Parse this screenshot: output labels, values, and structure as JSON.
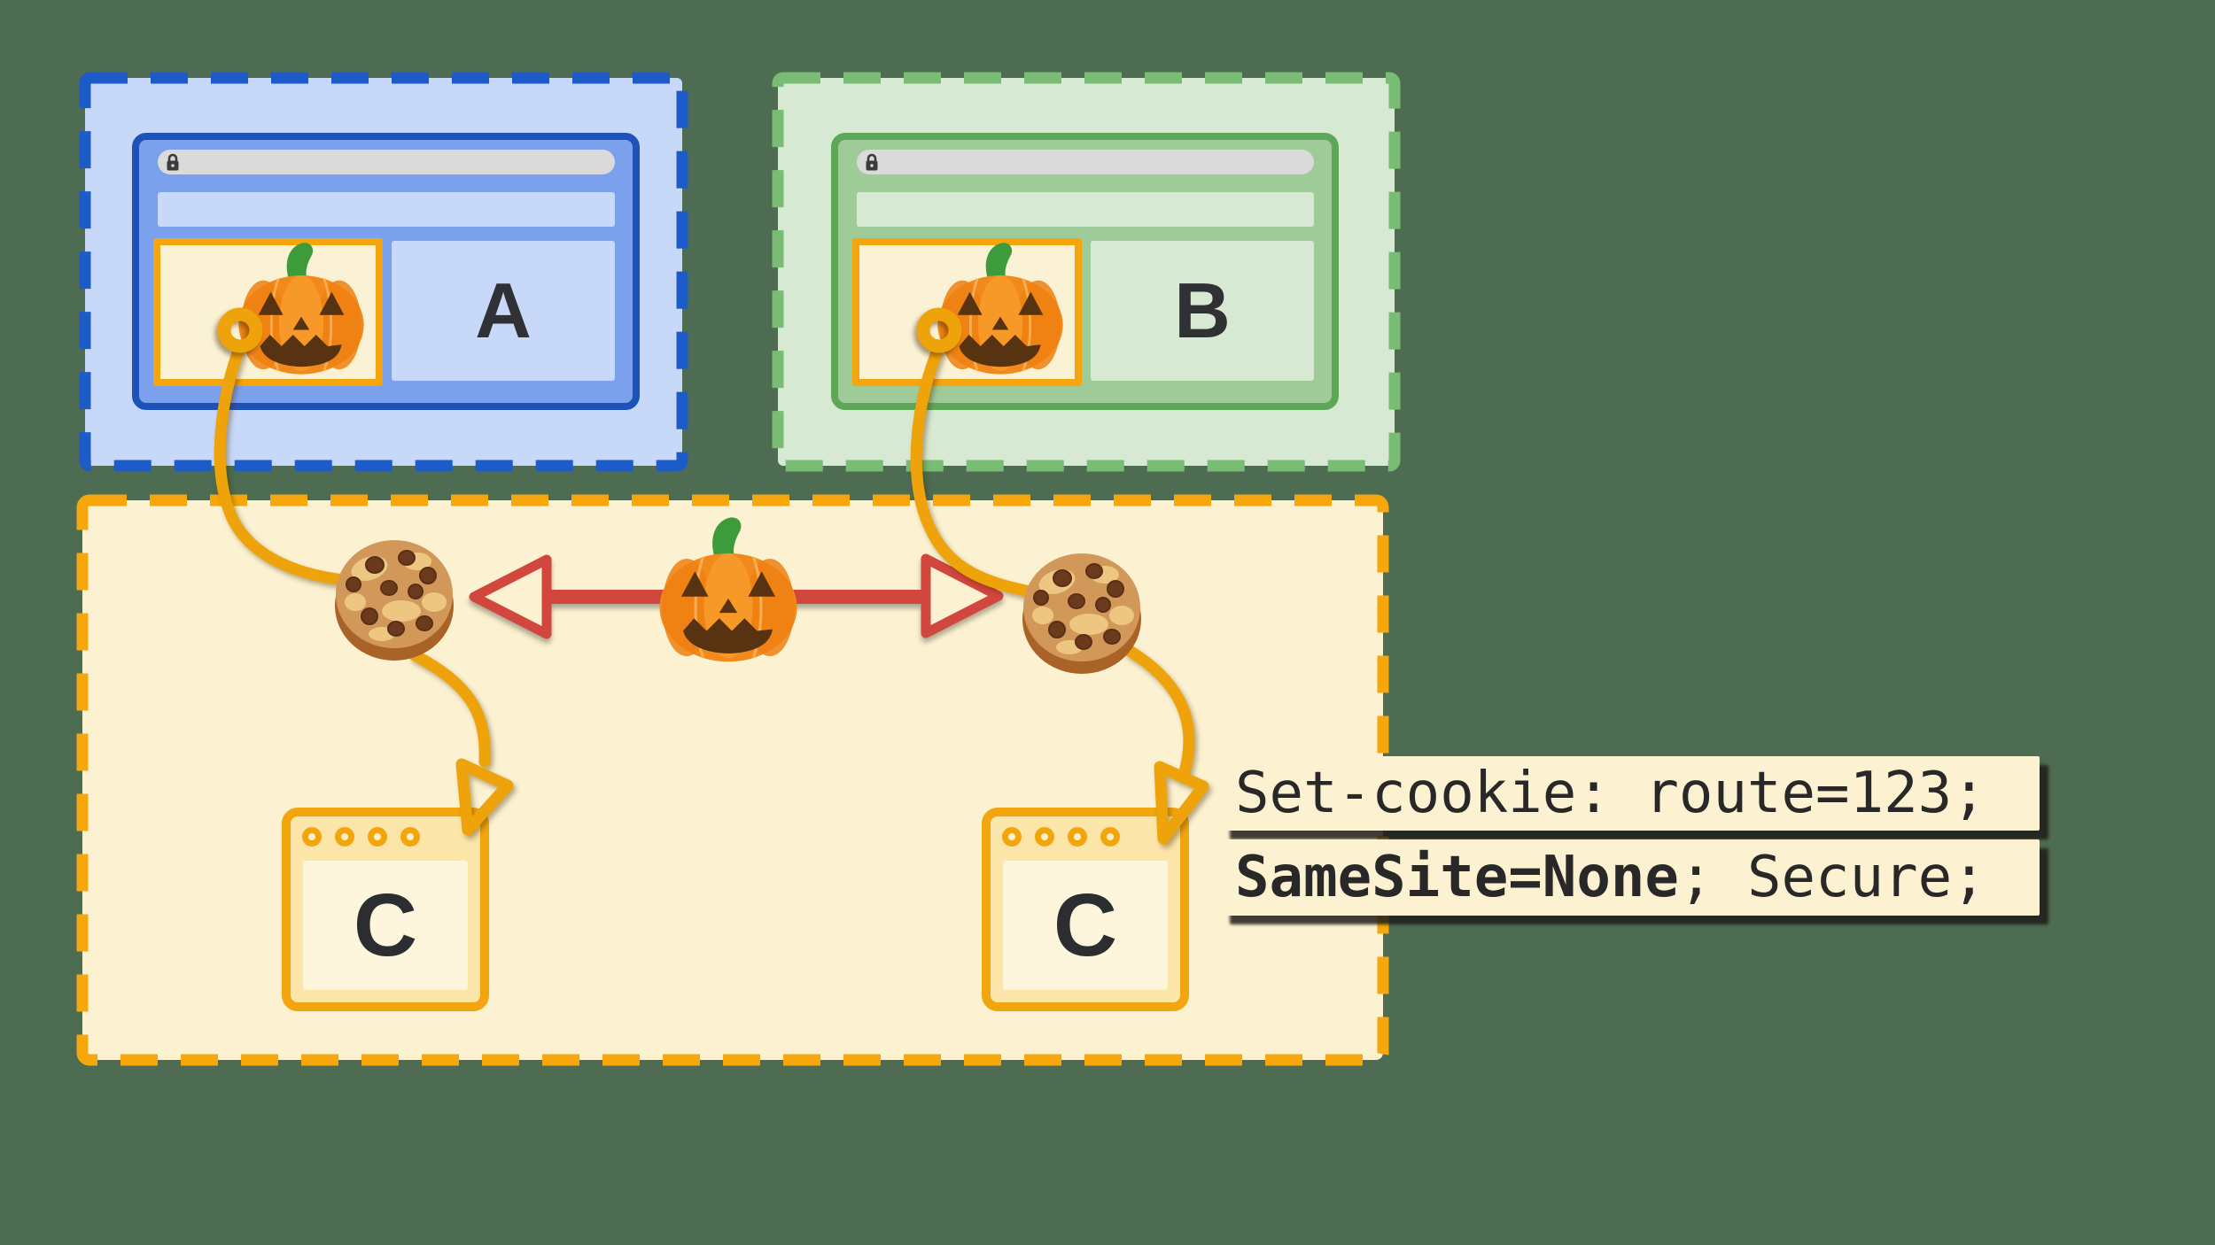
{
  "background_color": "#4d6c51",
  "site_a": {
    "label": "A",
    "dash_color": "#1d5bc8",
    "fill": "#c7d8f8",
    "chrome": "#7ca1ec",
    "chrome_border": "#1d53b8"
  },
  "site_b": {
    "label": "B",
    "dash_color": "#79bc74",
    "fill": "#d7e9d3",
    "chrome": "#9ecb97",
    "chrome_border": "#5ea758"
  },
  "third_party_zone": {
    "fill": "#fcf2d1",
    "dash_color": "#f6a70b",
    "window_left_label": "C",
    "window_right_label": "C"
  },
  "cookie_banner": {
    "line1": "Set-cookie: route=123;",
    "line2_bold": "SameSite=None",
    "line2_rest": "; Secure;",
    "bg": "#fcf2d2",
    "text_color": "#282828"
  },
  "accents": {
    "flow_arrow_orange": "#efa30a",
    "shared_arrow_red": "#d2473d",
    "iframe_border": "#f5a50d",
    "url_bar": "#dadada"
  },
  "icons": {
    "pumpkin": "jack-o-lantern-pumpkin",
    "cookie": "chocolate-chip-cookie",
    "lock": "padlock",
    "ring": "anchor-ring",
    "red_arrow": "double-headed-arrow",
    "orange_arrow": "curved-flow-arrow"
  }
}
